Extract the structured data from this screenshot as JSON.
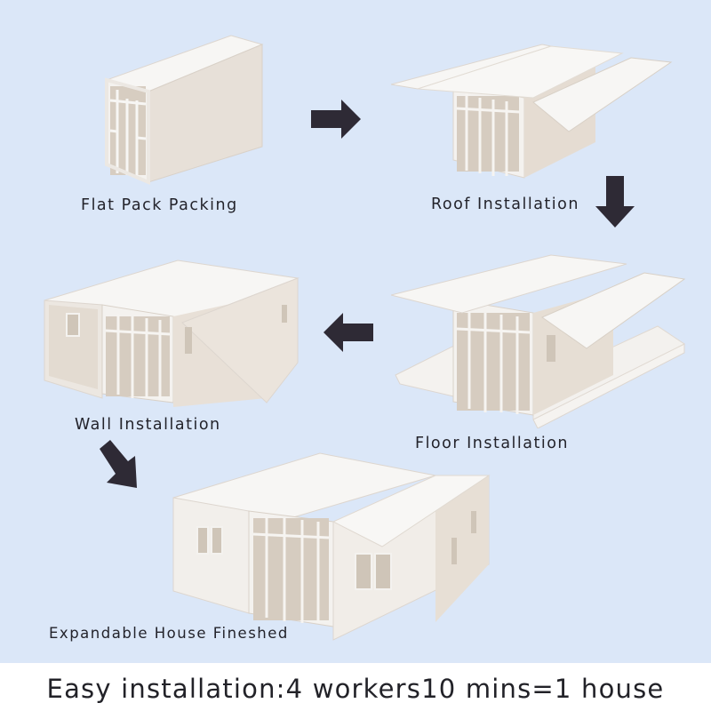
{
  "steps": [
    {
      "label": "Flat Pack Packing",
      "illustration": "folded-container"
    },
    {
      "label": "Roof Installation",
      "illustration": "container-with-roof"
    },
    {
      "label": "Floor Installation",
      "illustration": "container-with-floor"
    },
    {
      "label": "Wall Installation",
      "illustration": "container-with-walls"
    },
    {
      "label": "Expandable House Fineshed",
      "illustration": "finished-house"
    }
  ],
  "arrows": [
    {
      "direction": "right",
      "icon": "arrow-right-icon"
    },
    {
      "direction": "down",
      "icon": "arrow-down-icon"
    },
    {
      "direction": "left",
      "icon": "arrow-left-icon"
    },
    {
      "direction": "down-right",
      "icon": "arrow-down-right-icon"
    }
  ],
  "footer": {
    "text": "Easy installation:4 workers10 mins=1 house"
  },
  "colors": {
    "background": "#dbe7f8",
    "footer_background": "#ffffff",
    "arrow": "#2e2a35",
    "text": "#23232b",
    "house_white": "#f6f4f1",
    "house_shade": "#e6ded6"
  }
}
